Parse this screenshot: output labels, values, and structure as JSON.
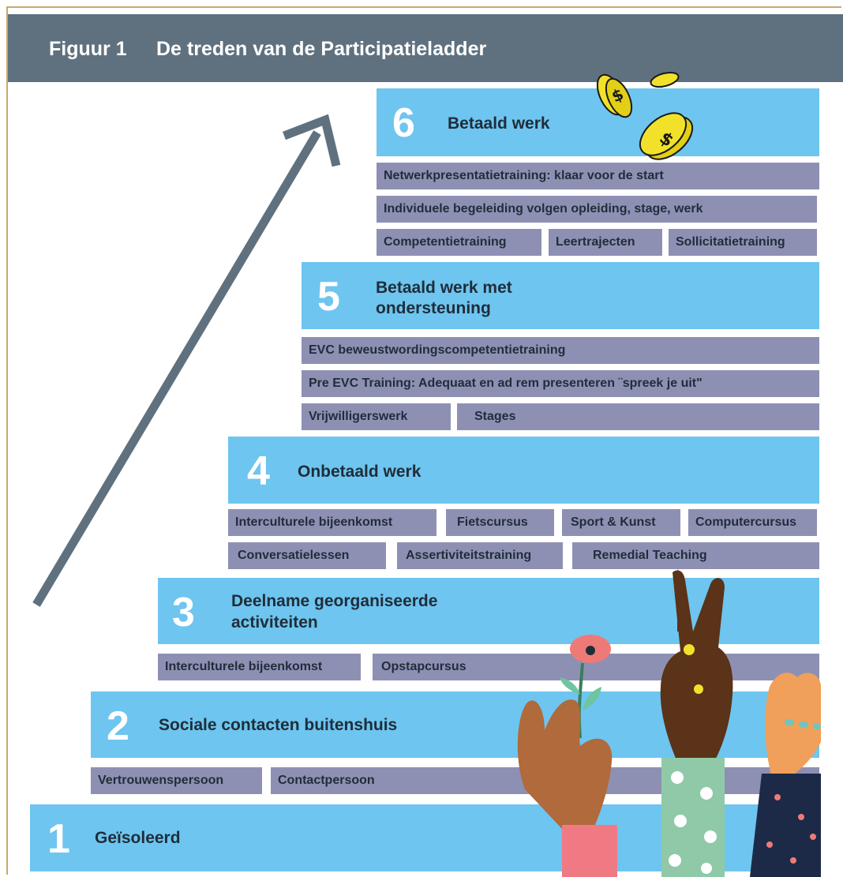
{
  "header": {
    "figure_label": "Figuur 1",
    "title": "De treden van de Participatieladder"
  },
  "steps": [
    {
      "number": "6",
      "label": "Betaald werk"
    },
    {
      "number": "5",
      "label_line1": "Betaald werk met",
      "label_line2": "ondersteuning"
    },
    {
      "number": "4",
      "label": "Onbetaald werk"
    },
    {
      "number": "3",
      "label_line1": "Deelname georganiseerde",
      "label_line2": "activiteiten"
    },
    {
      "number": "2",
      "label": "Sociale contacten buitenshuis"
    },
    {
      "number": "1",
      "label": "Geïsoleerd"
    }
  ],
  "activities": {
    "step6": [
      "Netwerkpresentatietraining: klaar voor de start",
      "Individuele begeleiding volgen opleiding, stage, werk",
      "Competentietraining",
      "Leertrajecten",
      "Sollicitatietraining"
    ],
    "step5": [
      "EVC beweustwordingscompetentietraining",
      "Pre EVC Training: Adequaat en ad rem presenteren ¨spreek je uit\"",
      "Vrijwilligerswerk",
      "Stages"
    ],
    "step4": [
      "Interculturele bijeenkomst",
      "Fietscursus",
      "Sport & Kunst",
      "Computercursus",
      "Conversatielessen",
      "Assertiviteitstraining",
      "Remedial Teaching"
    ],
    "step3": [
      "Interculturele bijeenkomst",
      "Opstapcursus"
    ],
    "step2": [
      "Vertrouwenspersoon",
      "Contactpersoon"
    ]
  },
  "illustrations": [
    "arrow-up-icon",
    "coins-icon",
    "raised-hands-icon",
    "flower-icon"
  ],
  "colors": {
    "header": "#5f717f",
    "step": "#6ec5ef",
    "activity": "#8e90b3",
    "arrow": "#5f717f",
    "coin": "#f2e12a"
  }
}
